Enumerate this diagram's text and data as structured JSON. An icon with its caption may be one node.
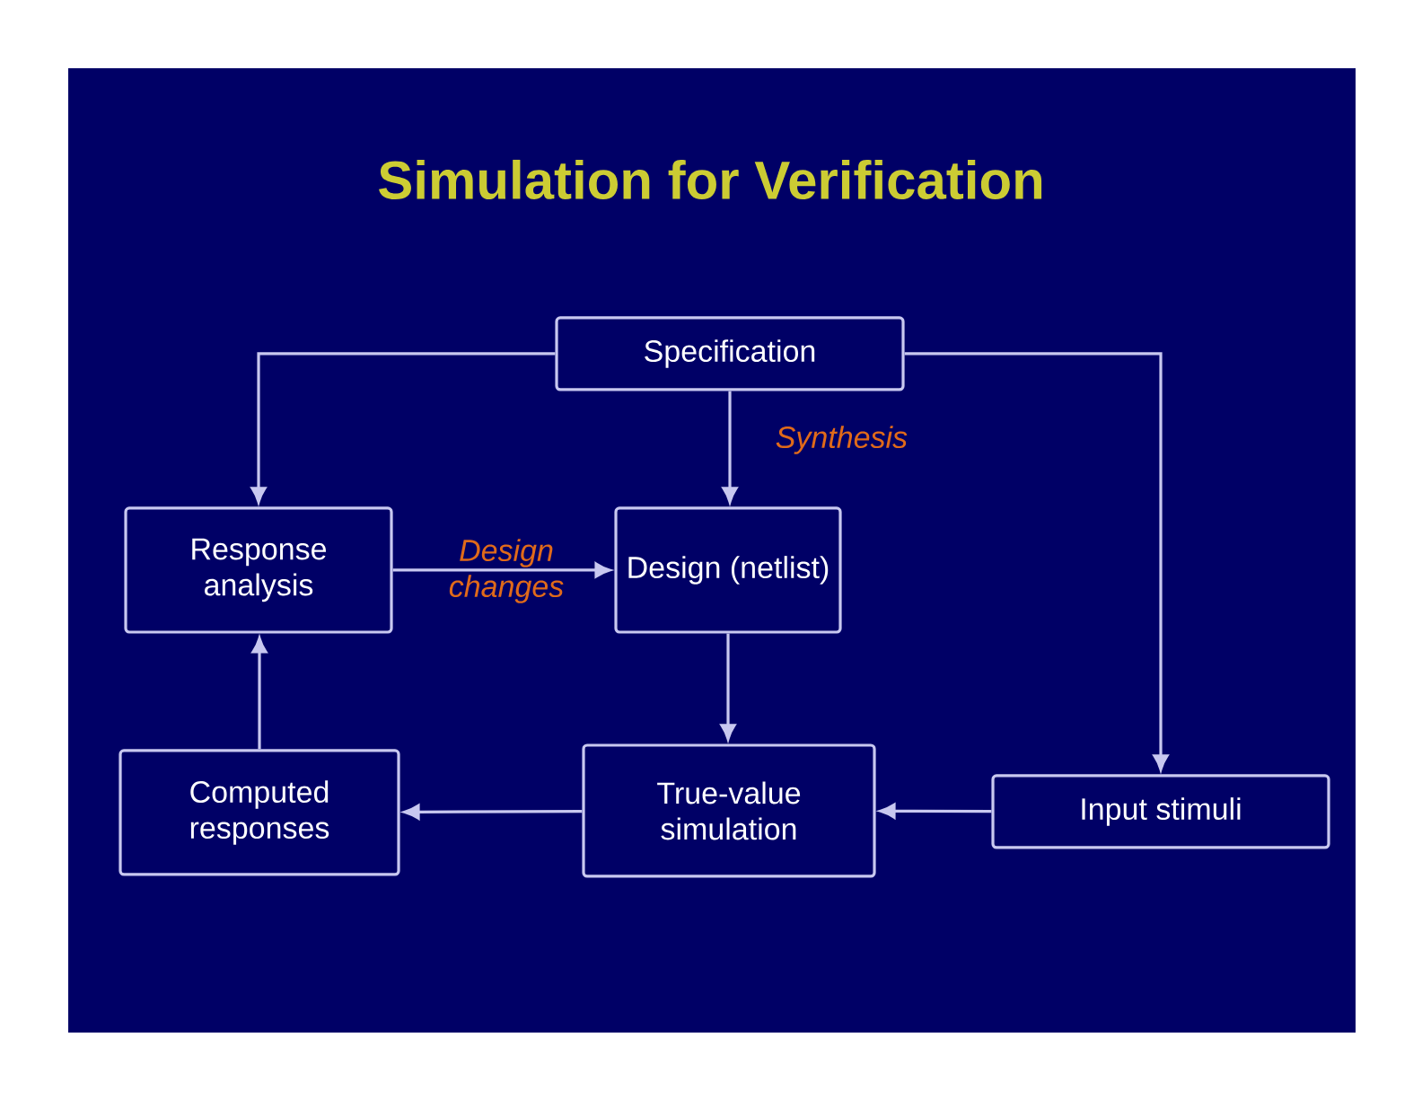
{
  "diagram": {
    "title": "Simulation for Verification",
    "nodes": [
      {
        "text": [
          "Specification"
        ]
      },
      {
        "text": [
          "Response analysis"
        ]
      },
      {
        "text": [
          "Design (netlist)"
        ]
      },
      {
        "text": [
          "Computed responses"
        ]
      },
      {
        "text": [
          "True-value simulation"
        ]
      },
      {
        "text": [
          "Input stimuli"
        ]
      }
    ],
    "edges": [
      {
        "from": 0,
        "to": 1,
        "arrow": "to"
      },
      {
        "from": 0,
        "to": 2,
        "arrow": "to",
        "label": "Synthesis"
      },
      {
        "from": 0,
        "to": 5,
        "arrow": "to"
      },
      {
        "from": 1,
        "to": 2,
        "arrow": "to",
        "label": "Design changes"
      },
      {
        "from": 2,
        "to": 4,
        "arrow": "to"
      },
      {
        "from": 5,
        "to": 4,
        "arrow": "to"
      },
      {
        "from": 4,
        "to": 3,
        "arrow": "to"
      },
      {
        "from": 3,
        "to": 1,
        "arrow": "to"
      }
    ]
  }
}
